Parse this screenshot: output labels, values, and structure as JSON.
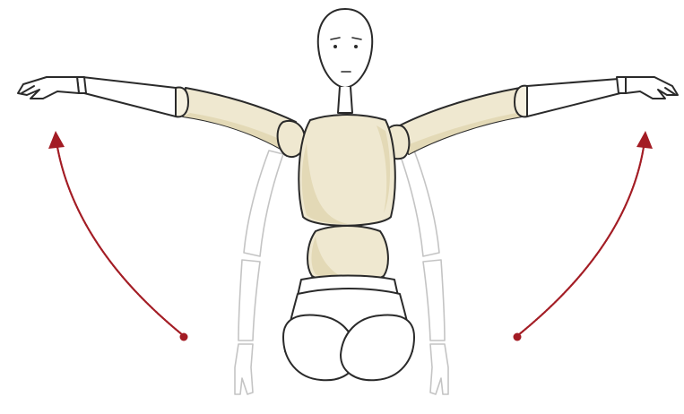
{
  "figure": {
    "subject": "wooden-mannequin-arm-abduction",
    "colors": {
      "background": "#ffffff",
      "outline": "#2a2a2a",
      "fill": "#efe8d0",
      "fill_shadow": "#e3d9b6",
      "ghost": "#b9b9b9",
      "arrow": "#a31c24"
    },
    "arrows": [
      {
        "side": "left",
        "icon": "arrow-up-left-icon"
      },
      {
        "side": "right",
        "icon": "arrow-up-right-icon"
      }
    ]
  }
}
